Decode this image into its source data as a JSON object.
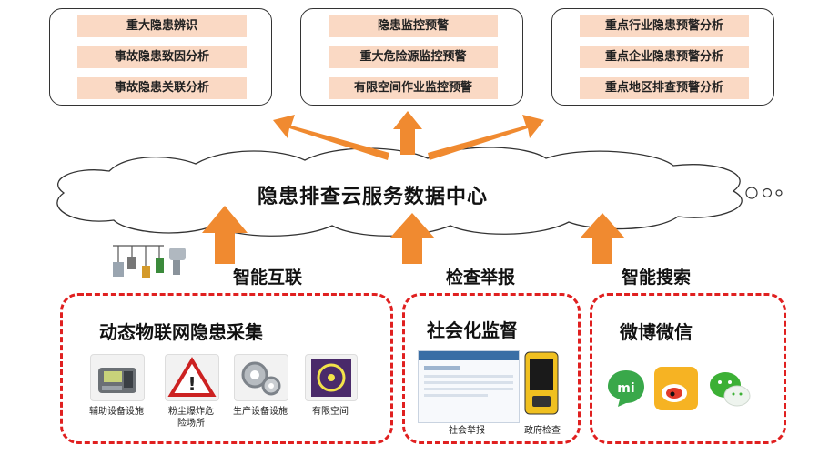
{
  "top_groups": [
    {
      "items": [
        "重大隐患辨识",
        "事故隐患致因分析",
        "事故隐患关联分析"
      ]
    },
    {
      "items": [
        "隐患监控预警",
        "重大危险源监控预警",
        "有限空间作业监控预警"
      ]
    },
    {
      "items": [
        "重点行业隐患预警分析",
        "重点企业隐患预警分析",
        "重点地区排查预警分析"
      ]
    }
  ],
  "cloud": {
    "label": "隐患排查云服务数据中心"
  },
  "channels": [
    {
      "label": "智能互联"
    },
    {
      "label": "检查举报"
    },
    {
      "label": "智能搜索"
    }
  ],
  "bottom_groups": [
    {
      "title": "动态物联网隐患采集",
      "captions": [
        "辅助设备设施",
        "粉尘爆炸危险场所",
        "生产设备设施",
        "有限空间"
      ]
    },
    {
      "title": "社会化监督",
      "captions": [
        "社会举报",
        "政府检查"
      ]
    },
    {
      "title": "微博微信",
      "icons": [
        "mi-icon",
        "weibo-icon",
        "wechat-icon"
      ]
    }
  ],
  "colors": {
    "arrow": "#f08a30",
    "item_fill": "#fad9c4",
    "dashed_border": "#e02020"
  }
}
